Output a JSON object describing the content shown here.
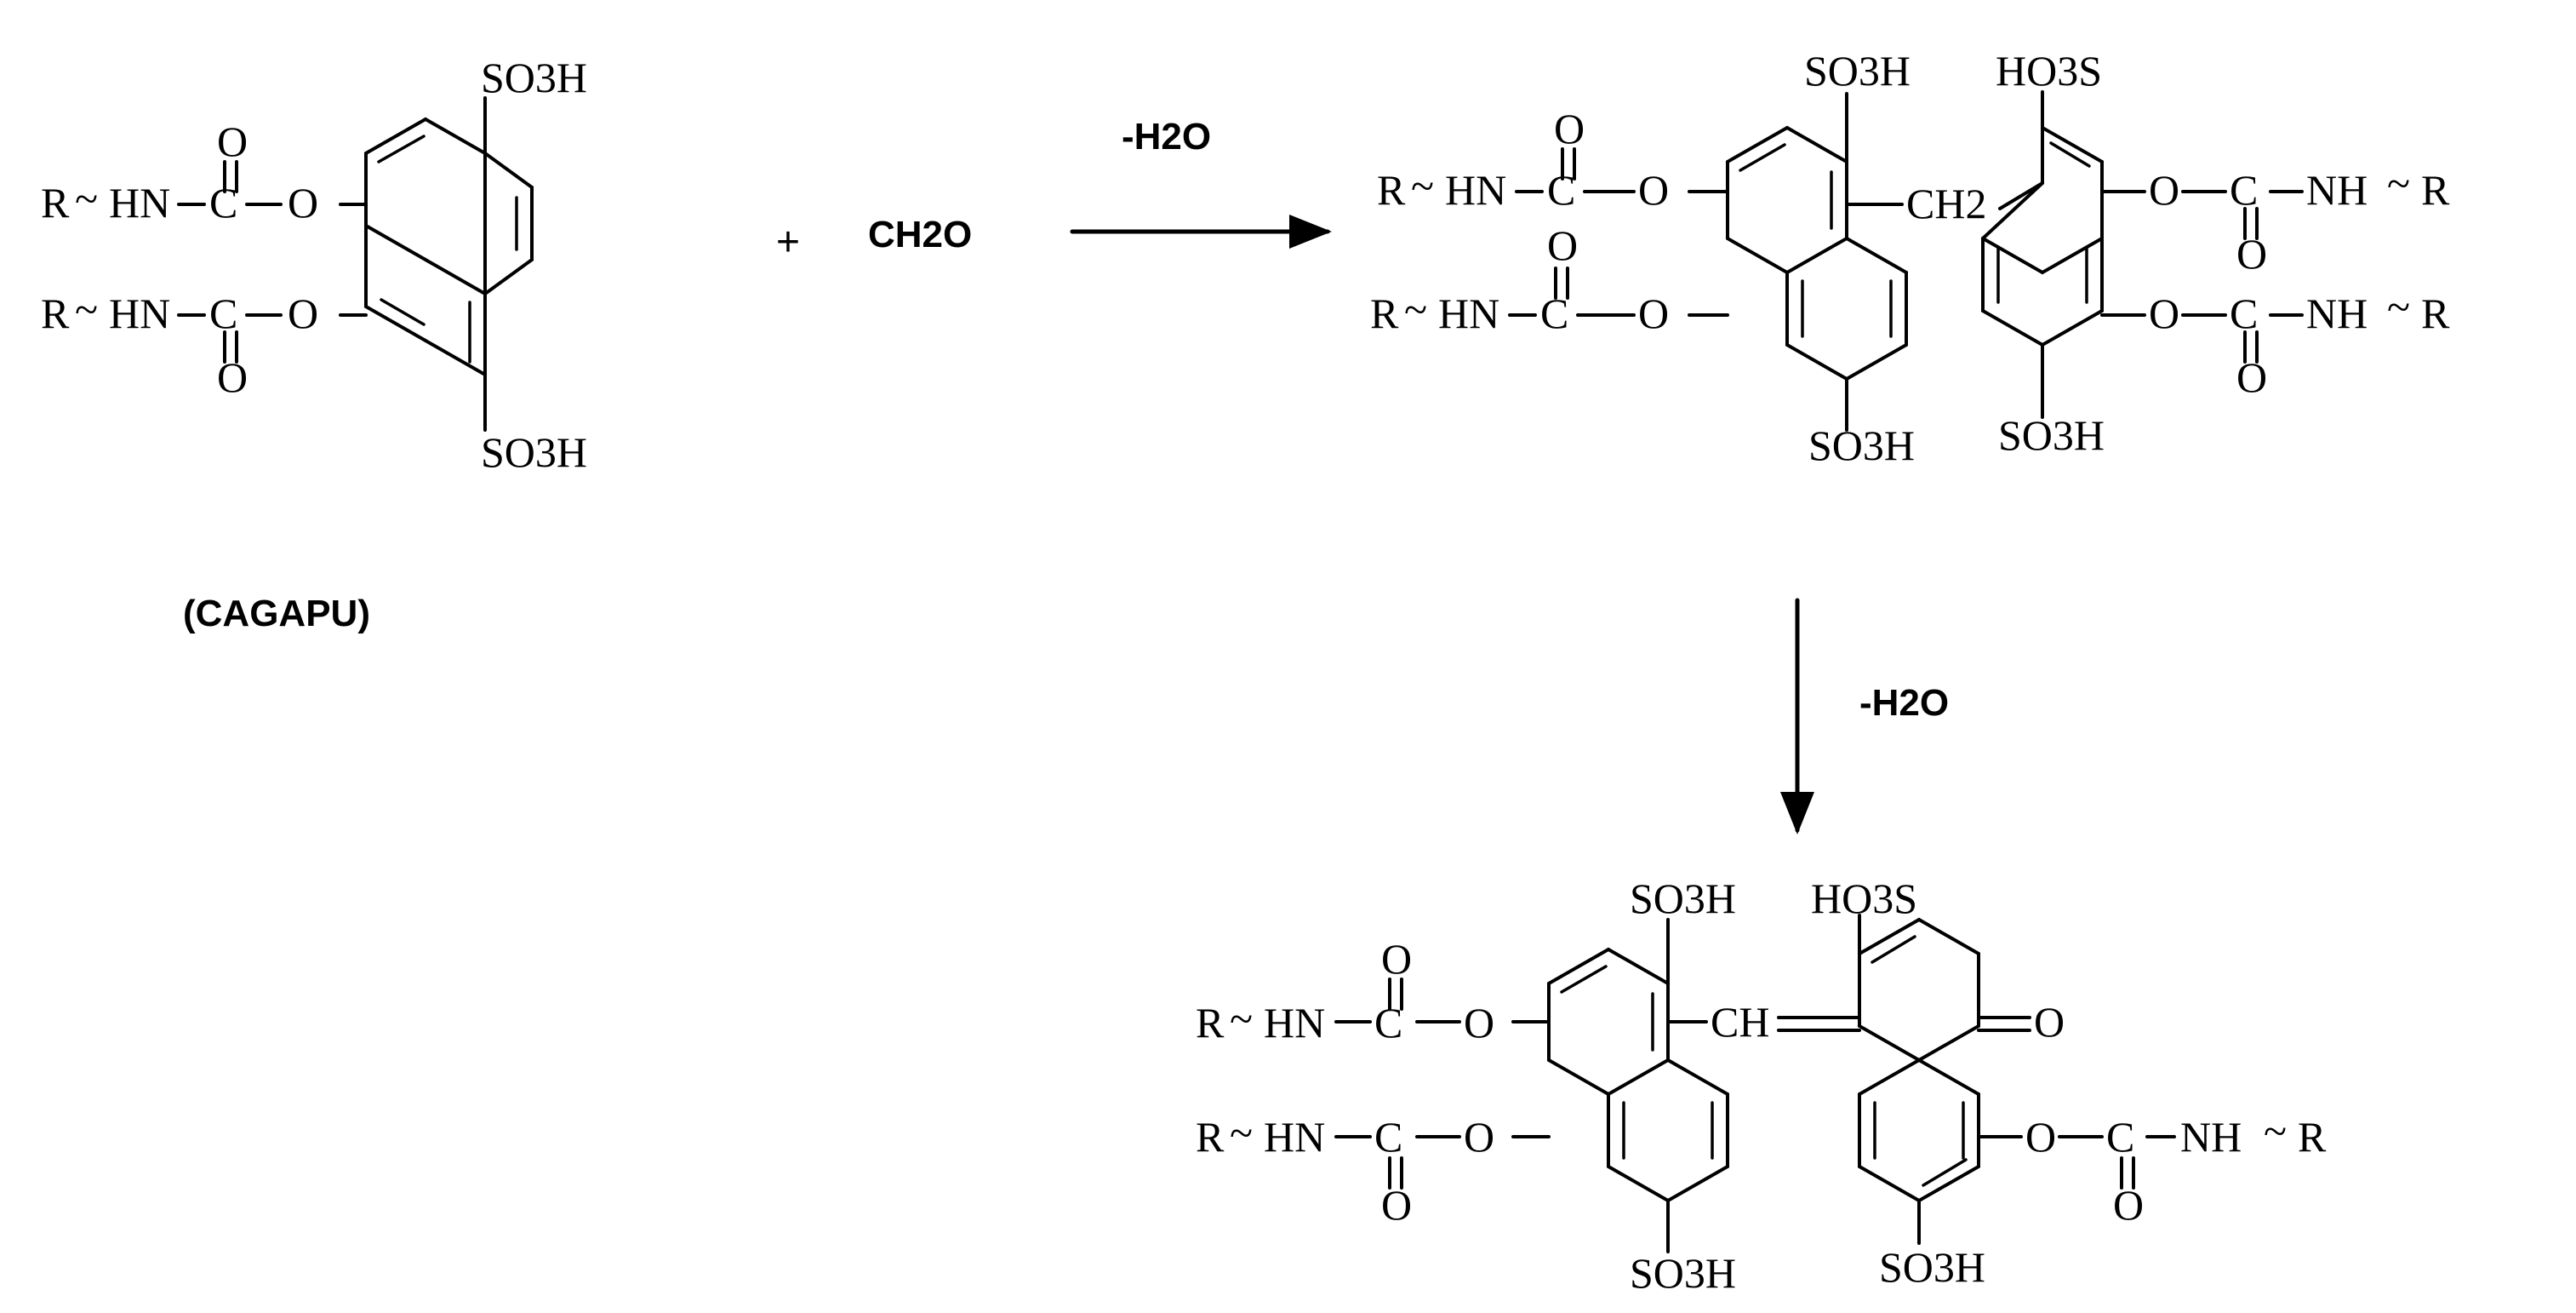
{
  "reactant": {
    "name": "(CAGAPU)",
    "so3h_top": "SO3H",
    "so3h_bottom": "SO3H",
    "chain_upper": [
      "R",
      "~",
      "HN",
      "C",
      "O",
      "O"
    ],
    "chain_lower": [
      "R",
      "~",
      "HN",
      "C",
      "O",
      "O"
    ]
  },
  "plus_sign": "+",
  "reagent": "CH2O",
  "step1": {
    "label": "-H2O"
  },
  "intermediate": {
    "left_so3h_top": "SO3H",
    "right_ho3s_top": "HO3S",
    "left_so3h_bottom": "SO3H",
    "right_so3h_bottom": "SO3H",
    "bridge": "CH2",
    "right_chain": [
      "O",
      "C",
      "NH",
      "~",
      "R"
    ]
  },
  "step2": {
    "label": "-H2O"
  },
  "product": {
    "left_so3h_top": "SO3H",
    "right_ho3s_top": "HO3S",
    "left_so3h_bottom": "SO3H",
    "right_so3h_bottom": "SO3H",
    "bridge": "CH",
    "quinone_oxygen": "O",
    "right_chain": [
      "O",
      "C",
      "NH",
      "~",
      "R"
    ]
  }
}
